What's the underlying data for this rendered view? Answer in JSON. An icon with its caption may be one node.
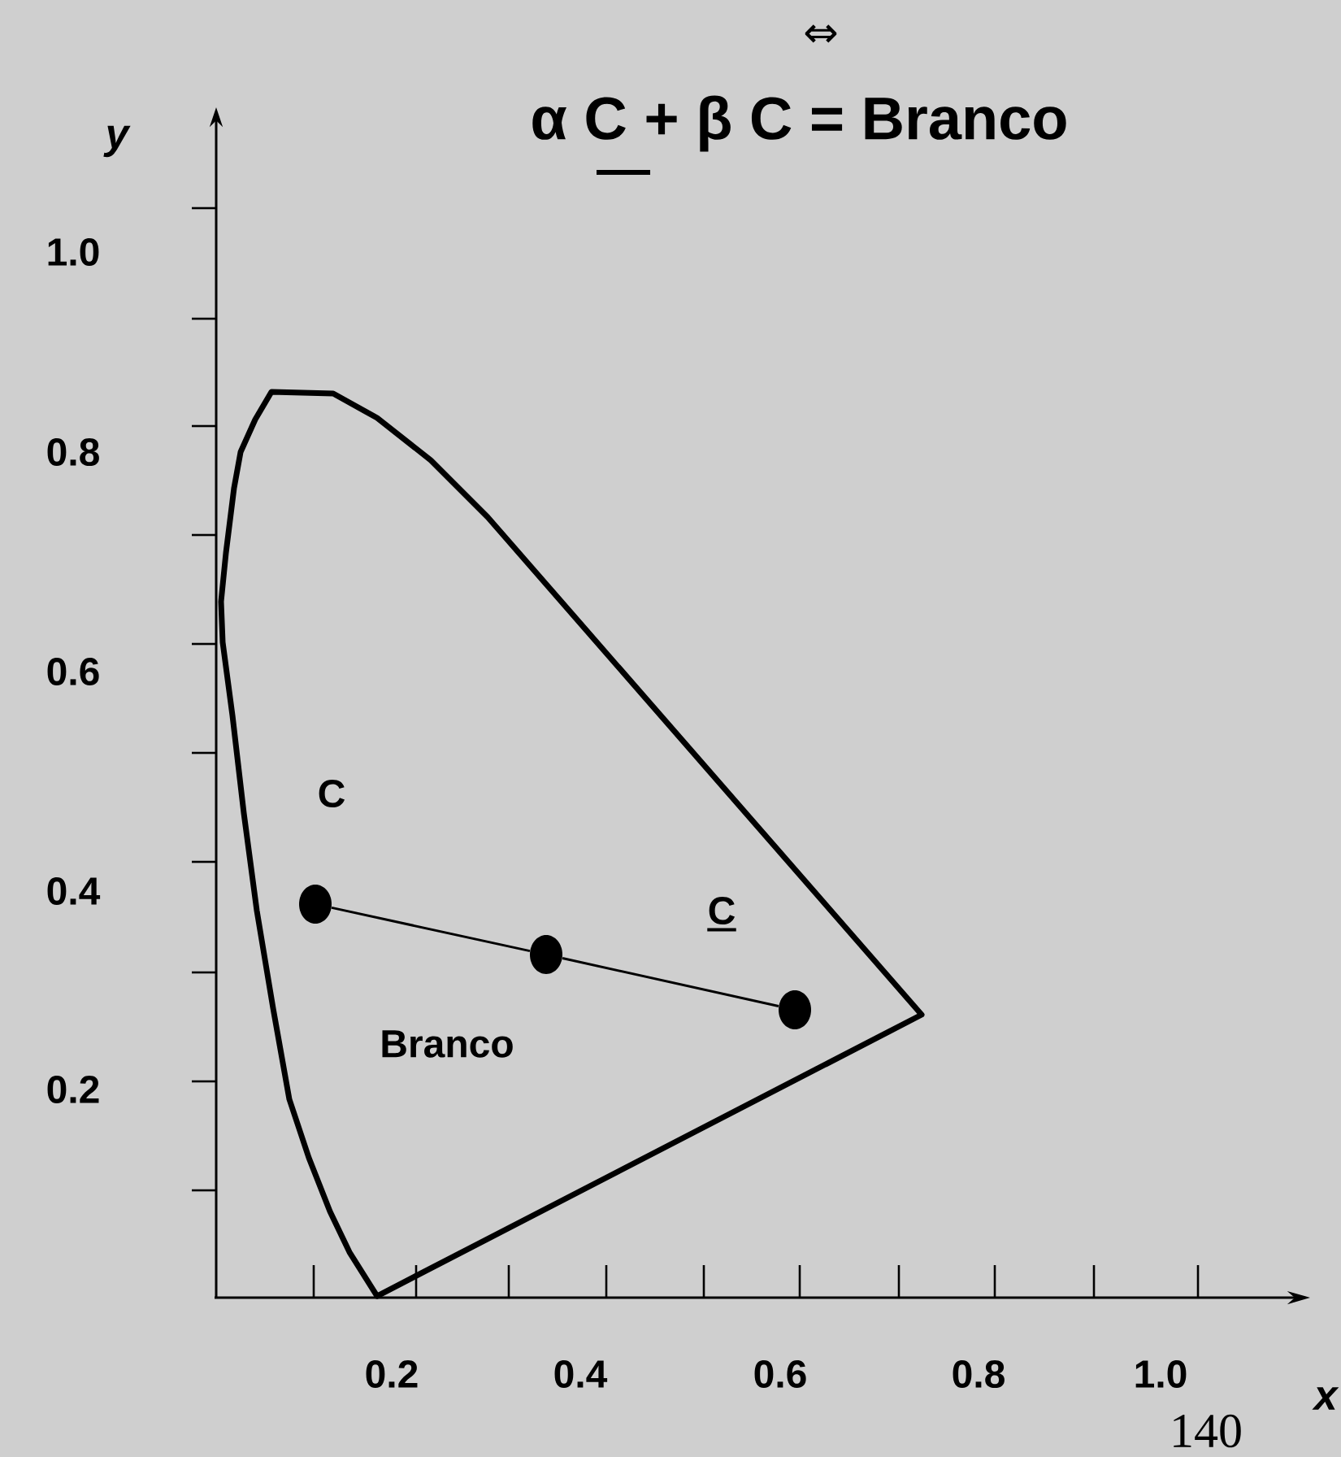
{
  "diagram": {
    "title": "α C + β C = Branco",
    "nodes": [
      {
        "text": [],
        "shape": "circle"
      },
      {
        "text": [],
        "shape": "circle"
      },
      {
        "text": [],
        "shape": "circle"
      }
    ],
    "edges": [
      {
        "from": 0,
        "to": 1,
        "arrow": "none"
      },
      {
        "from": 1,
        "to": 2,
        "arrow": "none"
      }
    ],
    "labels": [
      "⇔",
      "y",
      "1.0",
      "0.8",
      "0.6",
      "C",
      "0.4",
      "C",
      "Branco",
      "0.2",
      "0.2",
      "0.4",
      "0.6",
      "0.8",
      "1.0",
      "x",
      "140"
    ]
  }
}
